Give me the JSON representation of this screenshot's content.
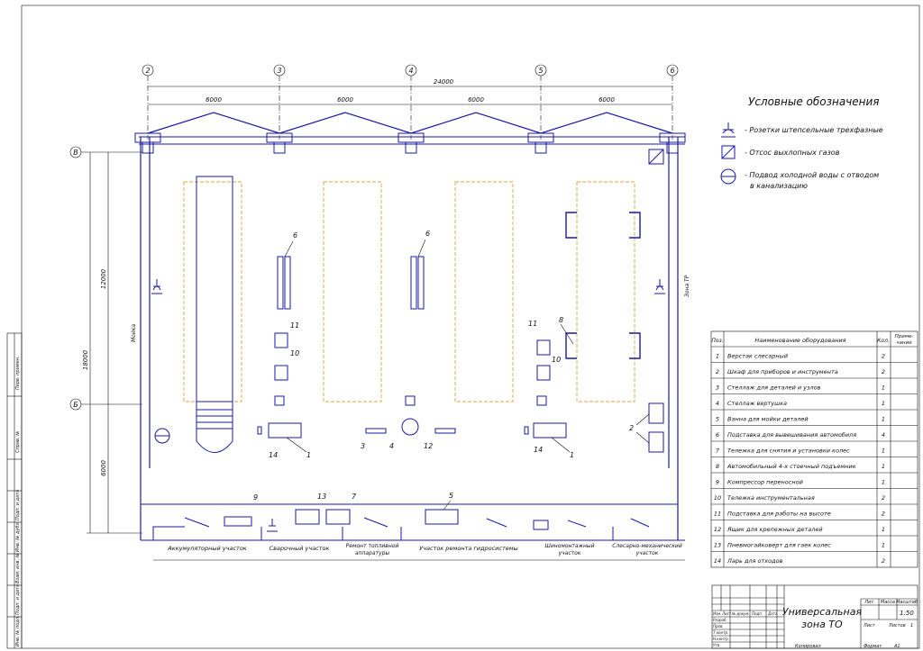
{
  "axes": {
    "columns": [
      "2",
      "3",
      "4",
      "5",
      "6"
    ],
    "rows": [
      "В",
      "Б"
    ]
  },
  "dimensions": {
    "total": "24000",
    "spans": [
      "6000",
      "6000",
      "6000",
      "6000"
    ],
    "vertical_outer": "18000",
    "vertical_upper": "12000",
    "vertical_lower": "6000"
  },
  "legend": {
    "title": "Условные обозначения",
    "items": [
      {
        "icon": "socket-icon",
        "label": "- Розетки штепсельные трехфазные"
      },
      {
        "icon": "exhaust-icon",
        "label": "- Отсос выхлопных газов"
      },
      {
        "icon": "water-supply-icon",
        "label": "- Подвод холодной воды с отводом",
        "label2": "в канализацию"
      }
    ]
  },
  "wall_labels": {
    "left": "Мойка",
    "right": "Зона ТР"
  },
  "equipment_numbers": [
    "1",
    "2",
    "3",
    "4",
    "5",
    "6",
    "7",
    "8",
    "9",
    "10",
    "11",
    "12",
    "13",
    "14"
  ],
  "zones": [
    "Аккумуляторный участок",
    "Сварочный участок",
    "Ремонт топливной аппаратуры",
    "Участок ремонта гидросистемы",
    "Шиномонтажный участок",
    "Слесарно-механический участок"
  ],
  "spec_table": {
    "headers": [
      "Поз.",
      "Наименование оборудования",
      "Кол.",
      "Приме-чание"
    ],
    "rows": [
      {
        "pos": "1",
        "name": "Верстак слесарный",
        "qty": "2"
      },
      {
        "pos": "2",
        "name": "Шкаф для приборов и инструмента",
        "qty": "2"
      },
      {
        "pos": "3",
        "name": "Стеллаж для деталей и узлов",
        "qty": "1"
      },
      {
        "pos": "4",
        "name": "Стеллаж вертушка",
        "qty": "1"
      },
      {
        "pos": "5",
        "name": "Ванна для мойки деталей",
        "qty": "1"
      },
      {
        "pos": "6",
        "name": "Подставка для вывешивания автомобиля",
        "qty": "4"
      },
      {
        "pos": "7",
        "name": "Тележка для снятия и установки колес",
        "qty": "1"
      },
      {
        "pos": "8",
        "name": "Автомобильный 4-х стоечный подъемник",
        "qty": "1"
      },
      {
        "pos": "9",
        "name": "Компрессор переносной",
        "qty": "1"
      },
      {
        "pos": "10",
        "name": "Тележка инструментальная",
        "qty": "2"
      },
      {
        "pos": "11",
        "name": "Подставка для работы на высоте",
        "qty": "2"
      },
      {
        "pos": "12",
        "name": "Ящик для крепежных деталей",
        "qty": "1"
      },
      {
        "pos": "13",
        "name": "Пневмогайковерт для гаек колес",
        "qty": "1"
      },
      {
        "pos": "14",
        "name": "Ларь для отходов",
        "qty": "2"
      }
    ]
  },
  "title_block": {
    "title_line1": "Универсальная",
    "title_line2": "зона ТО",
    "col_lit": "Лит.",
    "col_mass": "Масса",
    "col_scale": "Масштаб",
    "scale": "1:50",
    "sheet": "Лист",
    "sheets": "Листов",
    "sheets_count": "1",
    "change_headers": [
      "Изм.",
      "Лист",
      "№ докум.",
      "Подп.",
      "Дата"
    ],
    "roles": [
      "Разраб.",
      "Пров.",
      "Т.контр.",
      "Н.контр.",
      "Утв."
    ],
    "copied": "Копировал",
    "format": "Формат",
    "format_value": "A1"
  },
  "margin_stamps": [
    "Перв. примен.",
    "Справ. №",
    "Подп. и дата",
    "Инв. № дубл.",
    "Взам. инв. №",
    "Подп. и дата",
    "Инв. № подл."
  ]
}
